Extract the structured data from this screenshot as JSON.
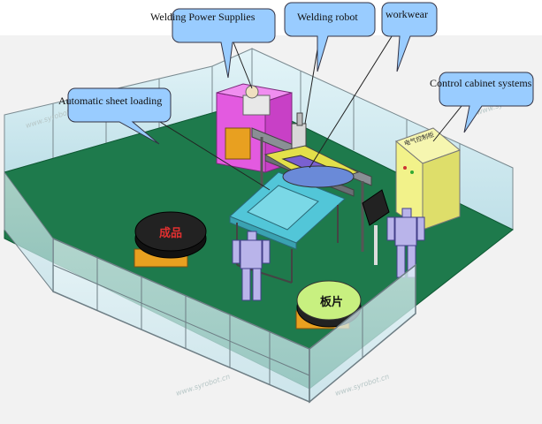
{
  "callouts": {
    "power_supplies": "Welding Power Supplies",
    "robot": "Welding robot",
    "workwear": "workwear",
    "control_cabinet": "Control cabinet systems",
    "sheet_loading": "Automatic sheet loading"
  },
  "tables": {
    "finished": "成品",
    "sheet": "板片"
  },
  "cabinet_label": "电气控制柜",
  "watermark": "www.syrobot.cn",
  "colors": {
    "floor": "#1e7a4c",
    "glass": "#cfeaf0",
    "callout_fill": "#99ccff",
    "frame_magenta": "#e35ae0",
    "cabinet": "#f2f28a",
    "table_top": "#52c6d8",
    "operator": "#b9b4ea"
  }
}
